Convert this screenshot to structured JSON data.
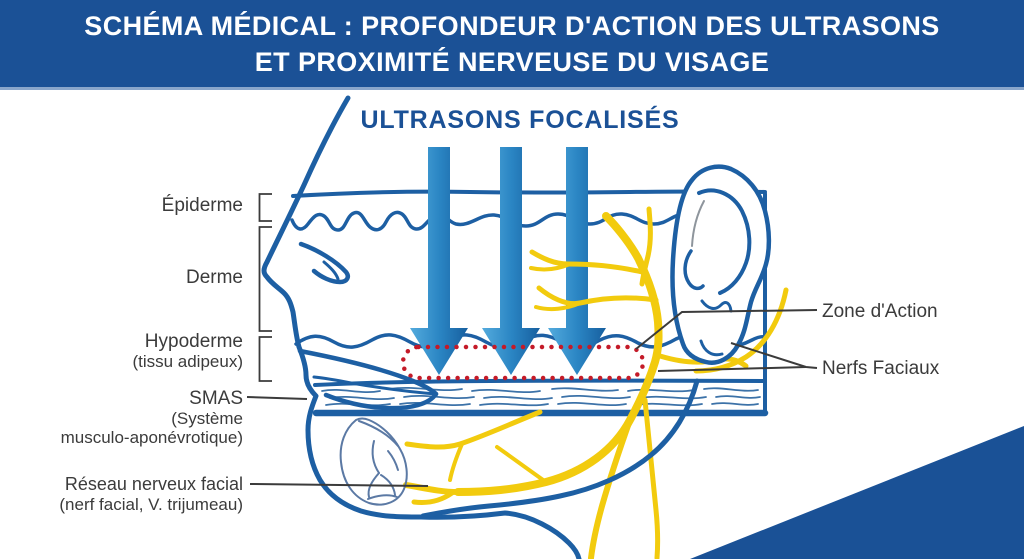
{
  "header": {
    "line1": "SCHÉMA MÉDICAL : PROFONDEUR D'ACTION DES ULTRASONS",
    "line2": "ET PROXIMITÉ NERVEUSE DU VISAGE"
  },
  "diagram": {
    "title": "ULTRASONS FOCALISÉS",
    "left_labels": {
      "epiderme": {
        "text": "Épiderme"
      },
      "derme": {
        "text": "Derme"
      },
      "hypoderme": {
        "line1": "Hypoderme",
        "line2": "(tissu adipeux)"
      },
      "smas": {
        "line1": "SMAS",
        "line2": "(Système",
        "line3": "musculo-aponévrotique)"
      },
      "reseau": {
        "line1": "Réseau nerveux facial",
        "line2": "(nerf facial, V. trijumeau)"
      }
    },
    "right_labels": {
      "zone_action": {
        "text": "Zone d'Action"
      },
      "nerfs_faciaux": {
        "text": "Nerfs Faciaux"
      }
    }
  },
  "colors": {
    "header_bg": "#1b5196",
    "title_blue": "#1b5196",
    "outline_blue": "#1d5fa3",
    "arrow_light": "#54abdd",
    "arrow_dark": "#175f9f",
    "nerve_yellow": "#f2cb0e",
    "zone_red": "#c41a28",
    "label_gray": "#3b3b3b",
    "corner_blue": "#1a5196"
  }
}
